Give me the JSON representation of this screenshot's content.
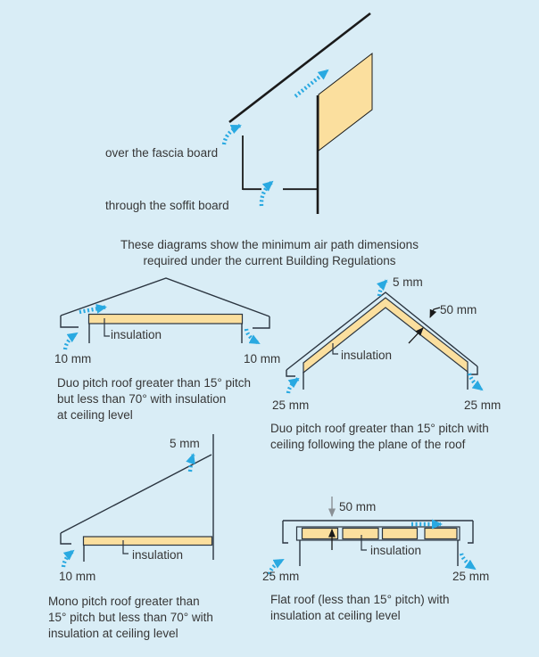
{
  "colors": {
    "background": "#D9EDF6",
    "insulation": "#FBDF9E",
    "line": "#2B3540",
    "line_strong": "#1A1A1A",
    "airflow": "#29A9E1",
    "dim_gray": "#8A9095",
    "text": "#363636"
  },
  "intro": {
    "lines": [
      "These diagrams show the minimum air path dimensions",
      "required under the current Building Regulations"
    ]
  },
  "eaves_detail": {
    "fascia_label": "over the fascia board",
    "soffit_label": "through the soffit board"
  },
  "duo_ceiling": {
    "insulation_label": "insulation",
    "left_gap": "10 mm",
    "right_gap": "10 mm",
    "caption_lines": [
      "Duo pitch roof greater than 15° pitch",
      "but less than 70° with insulation",
      "at ceiling level"
    ]
  },
  "duo_plane": {
    "ridge_gap": "5 mm",
    "deck_gap": "50 mm",
    "insulation_label": "insulation",
    "left_gap": "25 mm",
    "right_gap": "25 mm",
    "caption_lines": [
      "Duo pitch roof greater than 15° pitch with",
      "ceiling following the plane of the roof"
    ]
  },
  "mono": {
    "top_gap": "5 mm",
    "insulation_label": "insulation",
    "eaves_gap": "10 mm",
    "caption_lines": [
      "Mono pitch roof greater than",
      "15° pitch but less than 70° with",
      "insulation at ceiling level"
    ]
  },
  "flat": {
    "deck_gap": "50 mm",
    "insulation_label": "insulation",
    "left_gap": "25 mm",
    "right_gap": "25 mm",
    "caption_lines": [
      "Flat roof (less than 15° pitch) with",
      "insulation at ceiling level"
    ]
  }
}
